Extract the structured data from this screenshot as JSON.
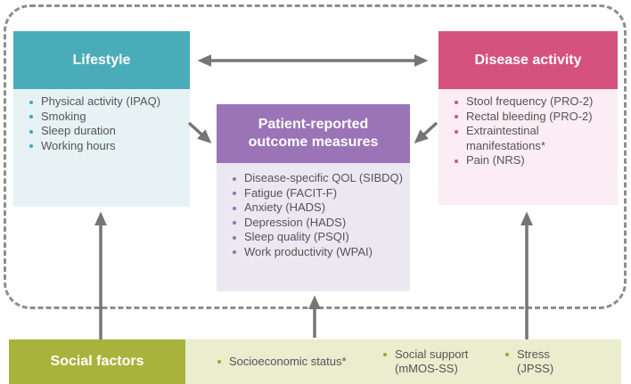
{
  "figure": {
    "type": "conceptual-framework-diagram",
    "colors": {
      "lifestyle_header": "#4bacb9",
      "lifestyle_body": "#e7f2f5",
      "disease_header": "#d5517e",
      "disease_body": "#fbedf3",
      "prom_header": "#9b74b7",
      "prom_body": "#ece8f1",
      "social_header": "#a8b33c",
      "social_body": "#eaedce",
      "arrow": "#757575",
      "dashed_border": "#8d8d8d",
      "list_text": "#545454"
    }
  },
  "lifestyle": {
    "title": "Lifestyle",
    "items": [
      "Physical activity (IPAQ)",
      "Smoking",
      "Sleep duration",
      "Working hours"
    ]
  },
  "disease": {
    "title": "Disease activity",
    "items": [
      "Stool frequency (PRO-2)",
      "Rectal bleeding (PRO-2)",
      "Extraintestinal manifestations*",
      "Pain (NRS)"
    ]
  },
  "prom": {
    "title": "Patient-reported outcome measures",
    "items": [
      "Disease-specific QOL (SIBDQ)",
      "Fatigue (FACIT-F)",
      "Anxiety (HADS)",
      "Depression (HADS)",
      "Sleep quality (PSQI)",
      "Work productivity (WPAI)"
    ]
  },
  "social": {
    "title": "Social factors",
    "items": [
      "Socioeconomic status*",
      "Social support (mMOS-SS)",
      "Stress (JPSS)"
    ]
  }
}
